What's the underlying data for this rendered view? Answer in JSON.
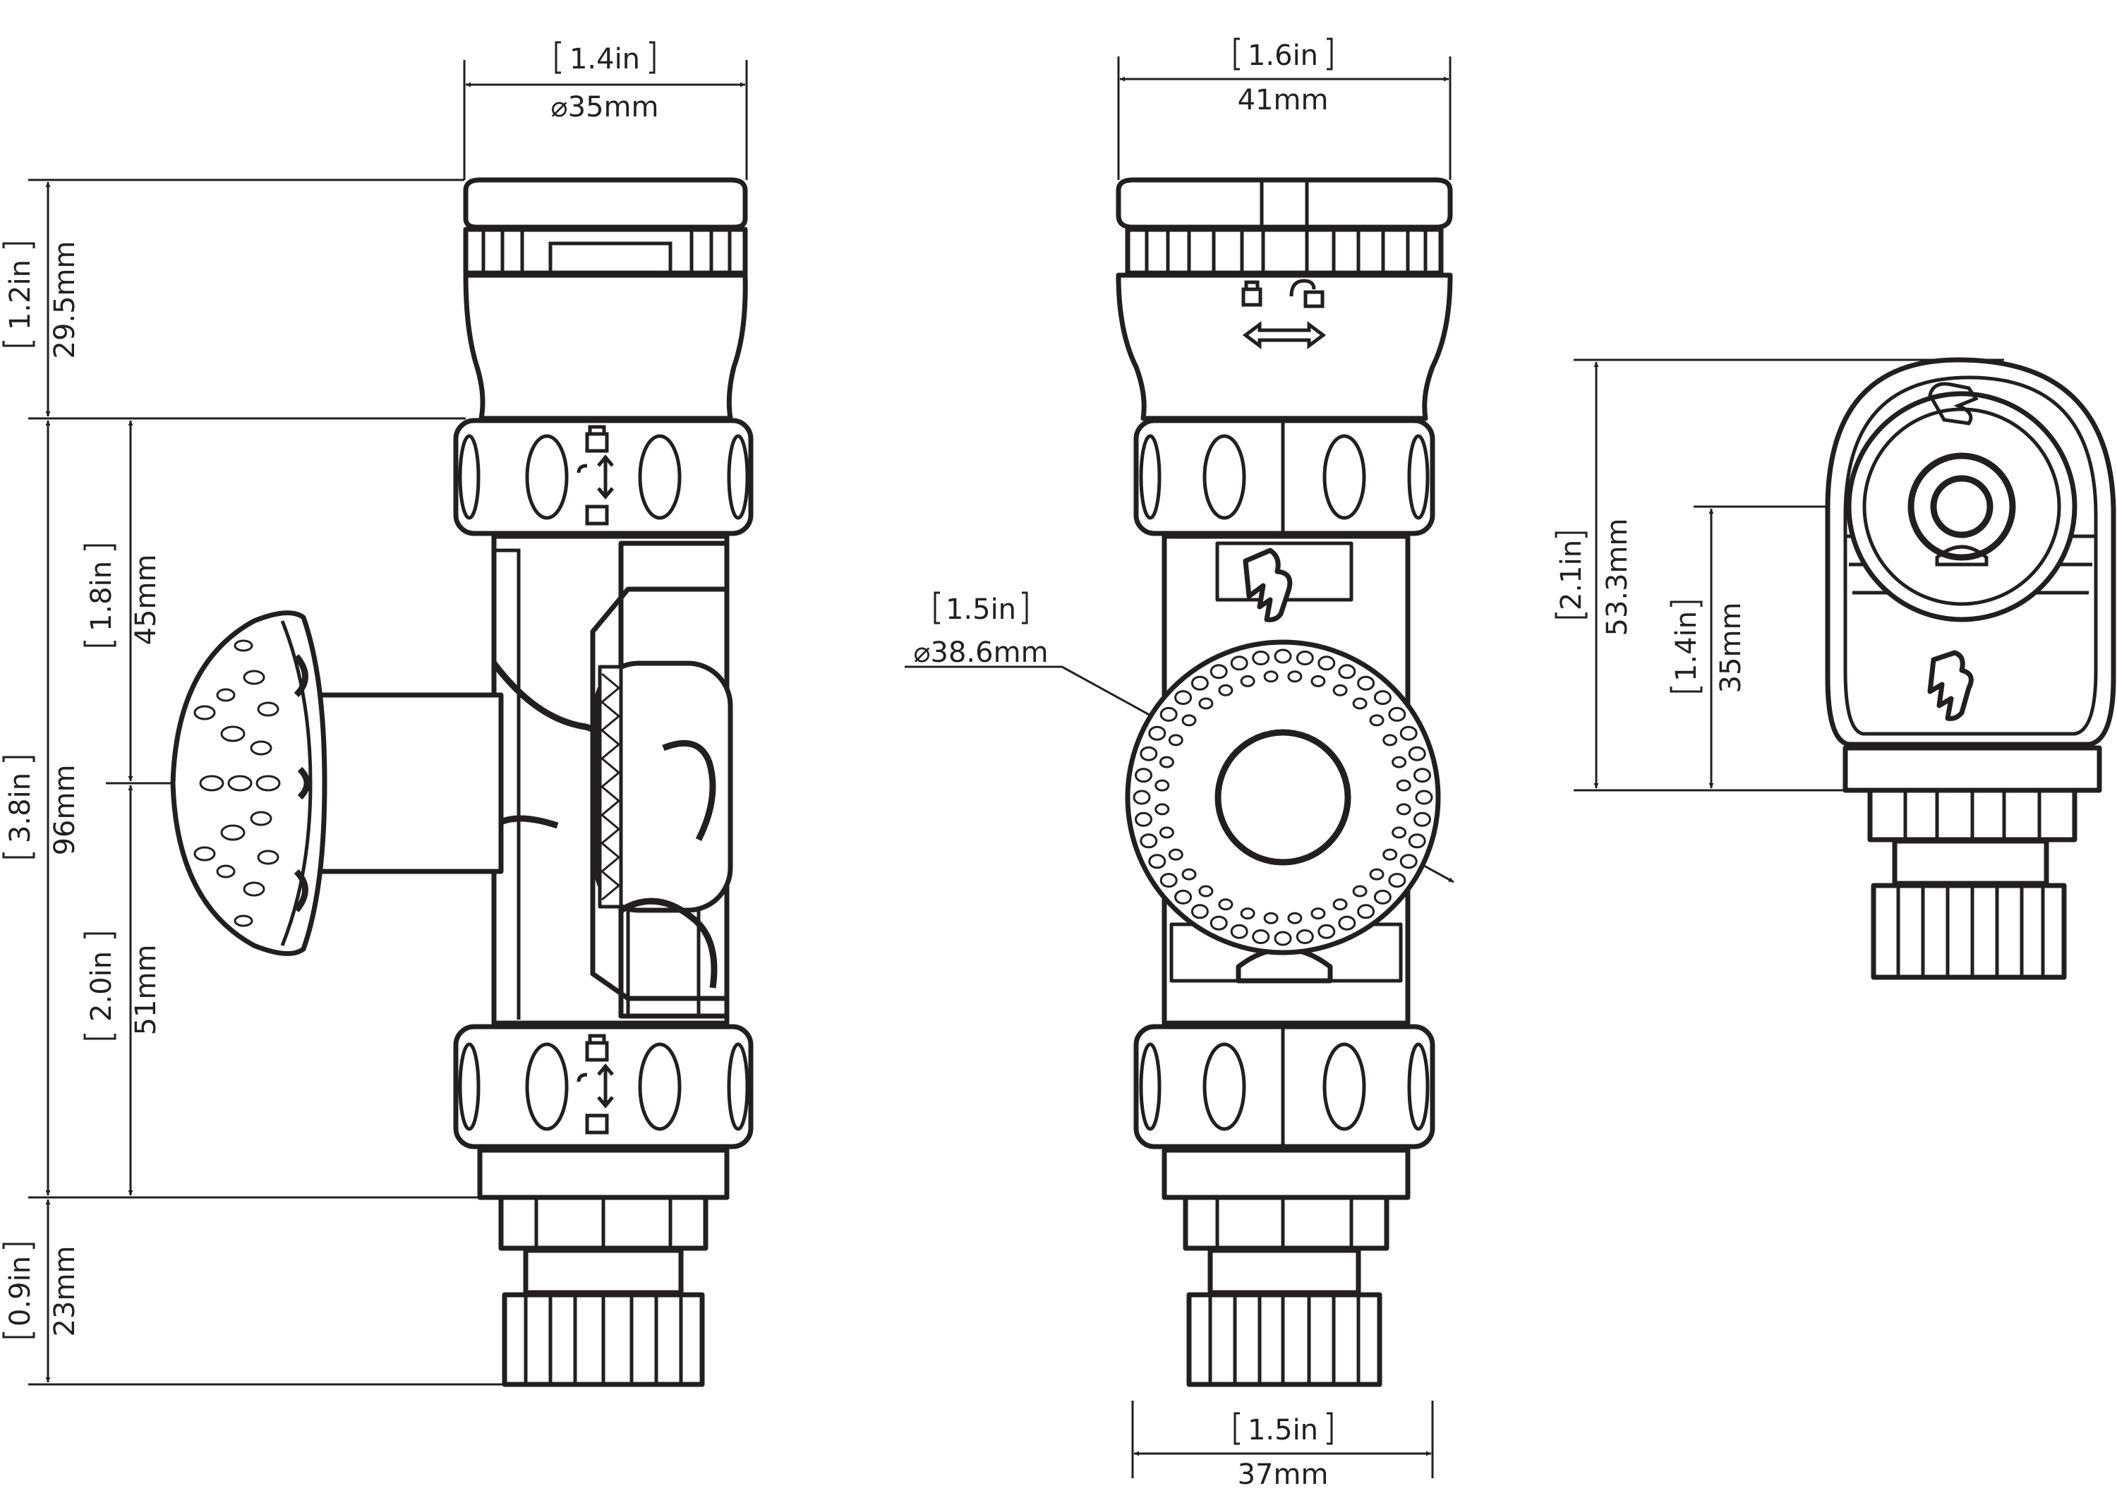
{
  "colors": {
    "ink": "#231f20",
    "background": "#ffffff"
  },
  "side_view": {
    "width_in": "1.4in",
    "width_mm": "⌀35mm",
    "top_in": "1.2in",
    "top_mm": "29.5mm",
    "total_in": "3.8in",
    "total_mm": "96mm",
    "upper_in": "1.8in",
    "upper_mm": "45mm",
    "lower_in": "2.0in",
    "lower_mm": "51mm",
    "bottom_in": "0.9in",
    "bottom_mm": "23mm"
  },
  "front_view": {
    "top_width_in": "1.6in",
    "top_width_mm": "41mm",
    "ball_in": "1.5in",
    "ball_mm": "⌀38.6mm",
    "bottom_width_in": "1.5in",
    "bottom_width_mm": "37mm"
  },
  "top_view": {
    "height_in": "2.1in",
    "height_mm": "53.3mm",
    "center_in": "1.4in",
    "center_mm": "35mm"
  }
}
